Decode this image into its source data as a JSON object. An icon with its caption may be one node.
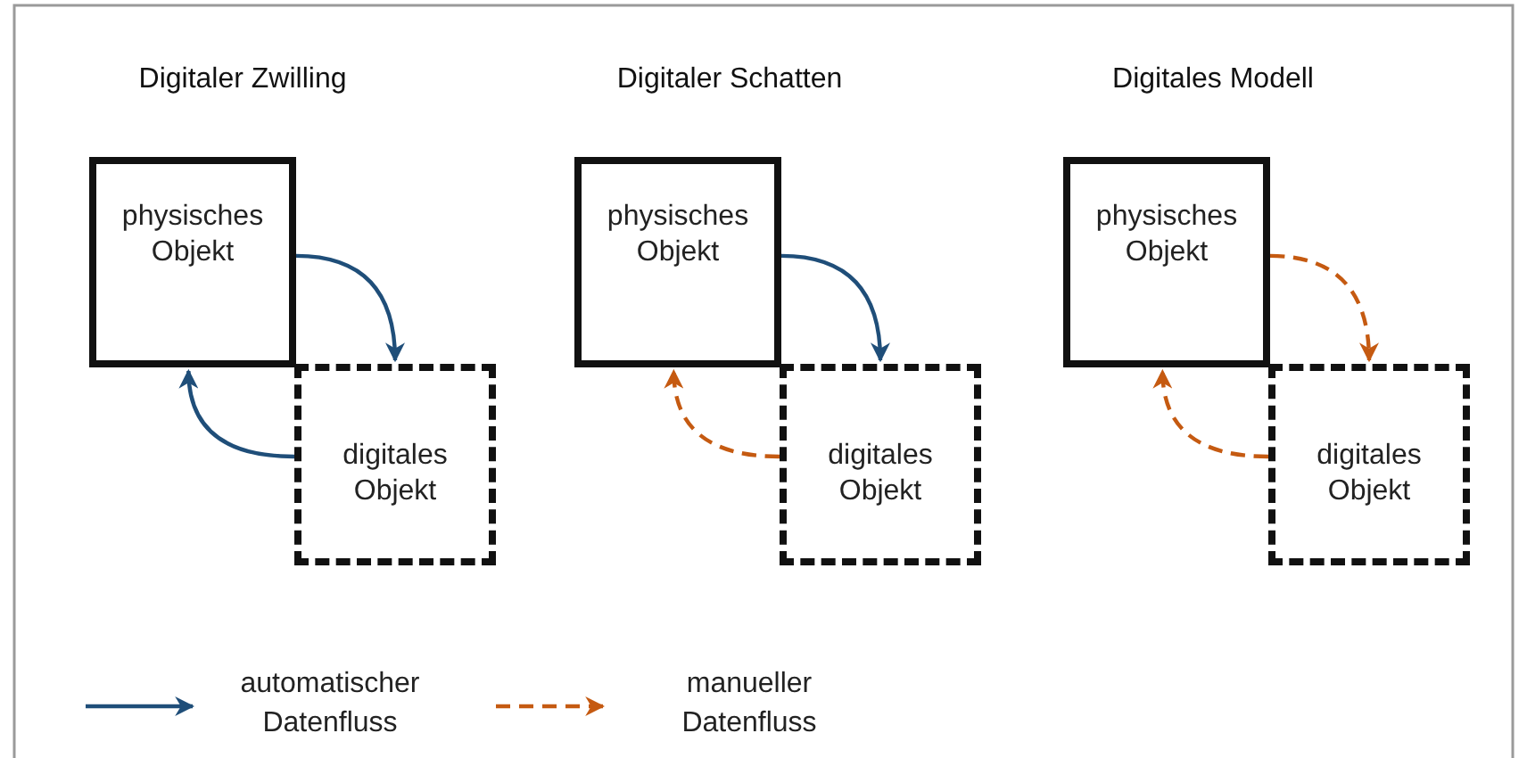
{
  "diagram": {
    "nodes": [
      {
        "text": [
          "physisches Objekt"
        ]
      },
      {
        "text": [
          "digitales Objekt"
        ]
      },
      {
        "text": [
          "physisches Objekt"
        ]
      },
      {
        "text": [
          "digitales Objekt"
        ]
      },
      {
        "text": [
          "physisches Objekt"
        ]
      },
      {
        "text": [
          "digitales Objekt"
        ]
      }
    ],
    "edges": [
      {
        "from": 0,
        "to": 1,
        "arrow": "to"
      },
      {
        "from": 1,
        "to": 0,
        "arrow": "to"
      },
      {
        "from": 2,
        "to": 3,
        "arrow": "to"
      },
      {
        "from": 3,
        "to": 2,
        "arrow": "to",
        "style": "dashed",
        "color": "#c55a11"
      },
      {
        "from": 4,
        "to": 5,
        "arrow": "to",
        "style": "dashed",
        "color": "#c55a11"
      },
      {
        "from": 5,
        "to": 4,
        "arrow": "to",
        "style": "dashed",
        "color": "#c55a11"
      }
    ],
    "labels": [
      "Digitaler Zwilling",
      "Digitaler Schatten",
      "Digitales Modell"
    ],
    "legend": [
      {
        "text": "automatischer Datenfluss"
      },
      {
        "text": "manueller Datenfluss"
      }
    ]
  }
}
